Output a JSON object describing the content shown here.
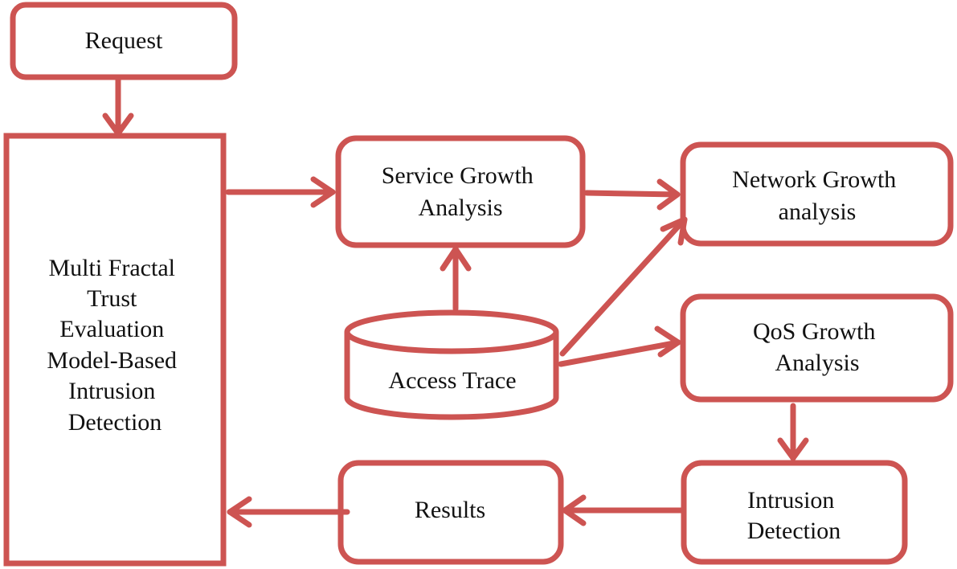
{
  "colors": {
    "stroke": "#cd5452",
    "text": "#111111",
    "background": "#ffffff"
  },
  "nodes": {
    "request": {
      "lines": [
        "Request"
      ]
    },
    "mft": {
      "lines": [
        "Multi Fractal",
        "Trust",
        "Evaluation",
        "Model-Based",
        "Intrusion",
        "Detection"
      ]
    },
    "service": {
      "lines": [
        "Service Growth",
        "Analysis"
      ]
    },
    "network": {
      "lines": [
        "Network Growth",
        "analysis"
      ]
    },
    "access": {
      "lines": [
        "Access Trace"
      ]
    },
    "qos": {
      "lines": [
        "QoS Growth",
        "Analysis"
      ]
    },
    "intrusion": {
      "lines": [
        "Intrusion",
        "Detection"
      ]
    },
    "results": {
      "lines": [
        "Results"
      ]
    }
  }
}
